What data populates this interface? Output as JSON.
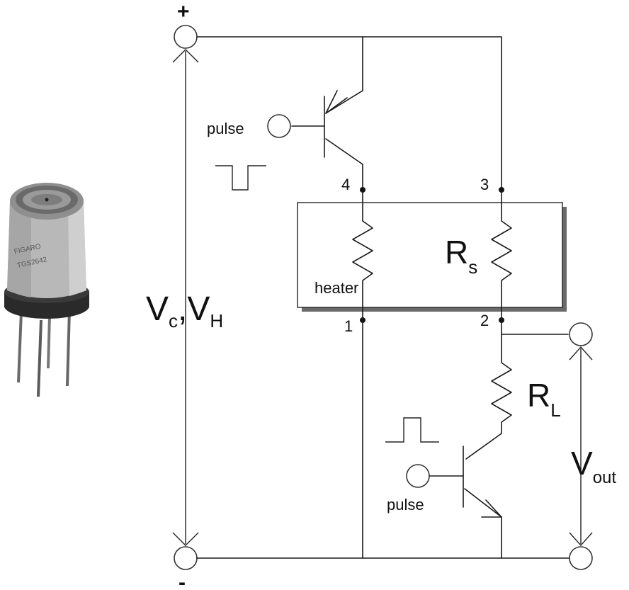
{
  "terminals": {
    "plus": "+",
    "minus": "-"
  },
  "supply_label": {
    "main": "V",
    "sub1": "c",
    "sep": ",V",
    "sub2": "H"
  },
  "pulse_top": "pulse",
  "pulse_bottom": "pulse",
  "pins": {
    "pin1": "1",
    "pin2": "2",
    "pin3": "3",
    "pin4": "4"
  },
  "heater": "heater",
  "sensor_resistor": {
    "main": "R",
    "sub": "s"
  },
  "load_resistor": {
    "main": "R",
    "sub": "L"
  },
  "output_label": {
    "main": "V",
    "sub": "out"
  }
}
